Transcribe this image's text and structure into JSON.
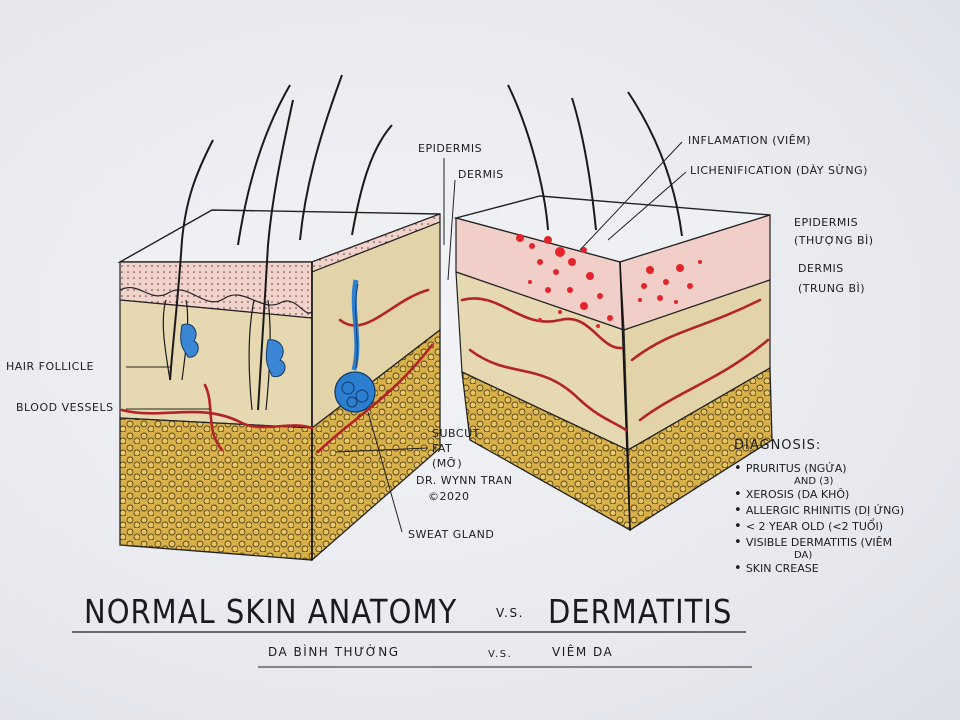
{
  "labels": {
    "epidermis_left": "Epidermis",
    "dermis_left": "Dermis",
    "hair_follicle": "Hair Follicle",
    "blood_vessels": "Blood Vessels",
    "subcut": "Subcut",
    "fat": "Fat",
    "mo": "(Mỡ)",
    "author": "Dr. Wynn Tran",
    "year": "©2020",
    "sweat_gland": "Sweat Gland",
    "inflammation": "Inflamation (Viêm)",
    "lichenification": "Lichenification (Dày Sừng)",
    "epidermis_right": "Epidermis",
    "epidermis_right_vi": "(Thượng Bì)",
    "dermis_right": "Dermis",
    "dermis_right_vi": "(Trung Bì)"
  },
  "diagnosis": {
    "title": "Diagnosis:",
    "items": [
      {
        "text": "Pruritus (Ngứa)",
        "cont": "and (3)"
      },
      {
        "text": "Xerosis (Da khô)",
        "cont": ""
      },
      {
        "text": "Allergic rhinitis (Dị ứng)",
        "cont": ""
      },
      {
        "text": "< 2 year old (<2 tuổi)",
        "cont": ""
      },
      {
        "text": "Visible dermatitis (Viêm",
        "cont": "da)"
      },
      {
        "text": "Skin crease",
        "cont": ""
      }
    ]
  },
  "title": {
    "left": "NORMAL SKIN ANATOMY",
    "vs": "v.s.",
    "right": "DERMATITIS"
  },
  "subtitle": {
    "left": "Da Bình Thường",
    "vs": "v.s.",
    "right": "Viêm Da"
  },
  "colors": {
    "fat": "#c9a23a",
    "dermis": "#e9dcb6",
    "epidermis": "#f1cfc8",
    "vessel": "#b3242a",
    "inflammation": "#e3242b",
    "sweat_gland": "#2c7fd0"
  }
}
